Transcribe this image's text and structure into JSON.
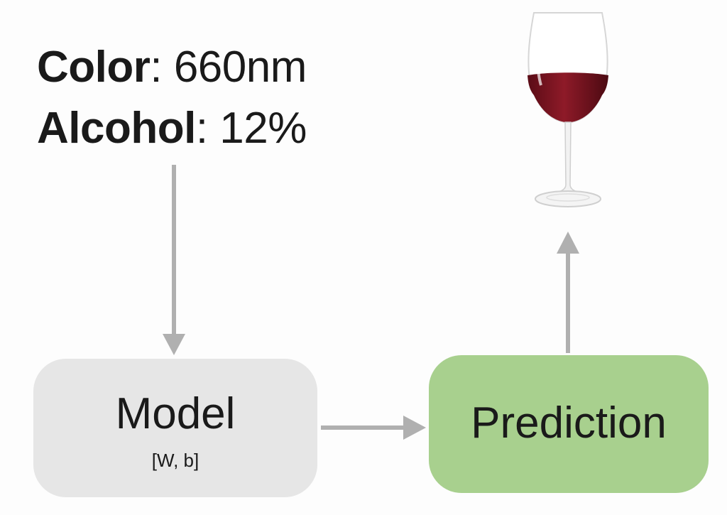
{
  "features": [
    {
      "name": "Color",
      "value": ": 660nm"
    },
    {
      "name": "Alcohol",
      "value": ": 12%"
    }
  ],
  "model": {
    "title": "Model",
    "params": "[W, b]"
  },
  "prediction": {
    "label": "Prediction"
  },
  "colors": {
    "model_box": "#e6e6e6",
    "prediction_box": "#a8d08e",
    "arrow": "#b0b0b0",
    "wine": "#7a1420"
  },
  "icons": [
    "wine-glass-icon"
  ]
}
